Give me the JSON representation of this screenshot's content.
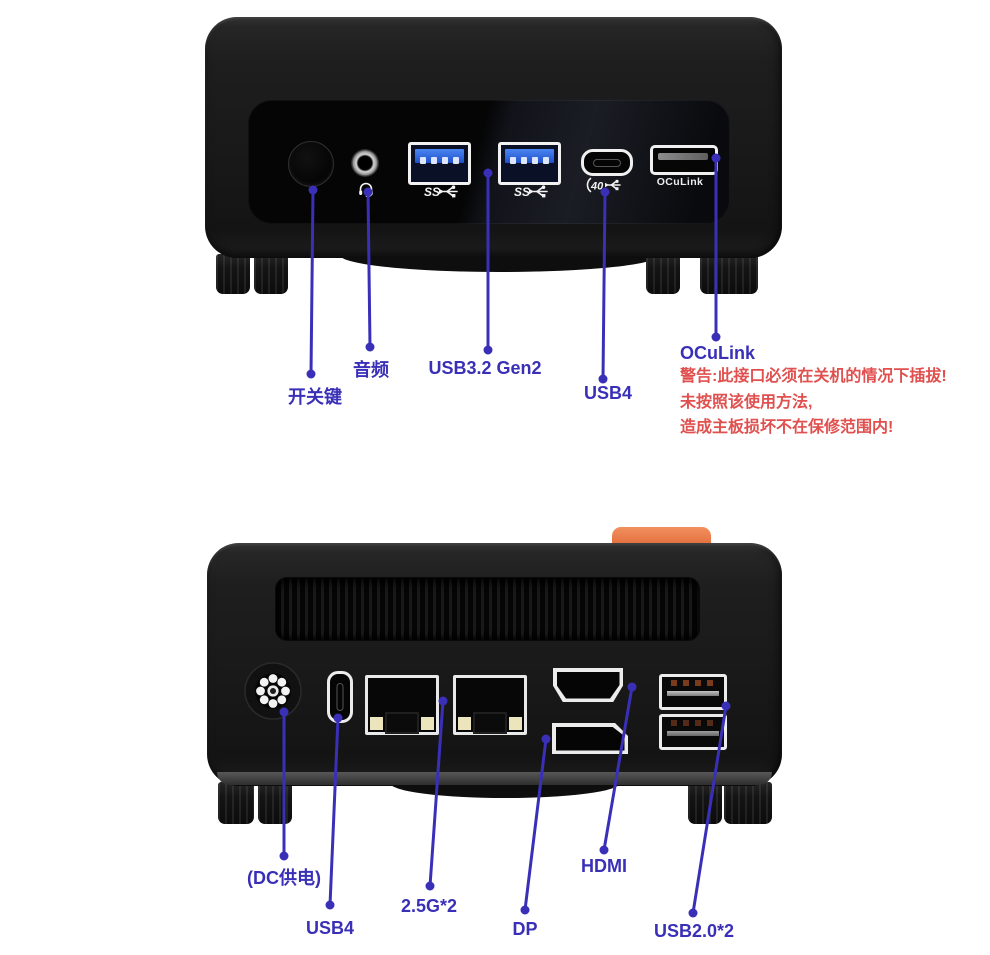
{
  "colors": {
    "accent": "#3a30b8",
    "warning": "#e0504f",
    "background": "#ffffff",
    "orange_tab": "#e4652f",
    "usb_blue": "#3f7ced"
  },
  "front": {
    "port_print": {
      "oculink": "OCuLink",
      "usb_ss": "SS",
      "usb40": "40"
    },
    "labels": {
      "power": "开关键",
      "audio": "音频",
      "usb32": "USB3.2 Gen2",
      "usb4": "USB4",
      "oculink": "OCuLink"
    },
    "warning": {
      "line1": "警告:此接口必须在关机的情况下插拔!",
      "line2": "未按照该使用方法,",
      "line3": "造成主板损坏不在保修范围内!"
    }
  },
  "rear": {
    "labels": {
      "dc": "(DC供电)",
      "usb4": "USB4",
      "lan": "2.5G*2",
      "dp": "DP",
      "hdmi": "HDMI",
      "usb2": "USB2.0*2"
    }
  }
}
